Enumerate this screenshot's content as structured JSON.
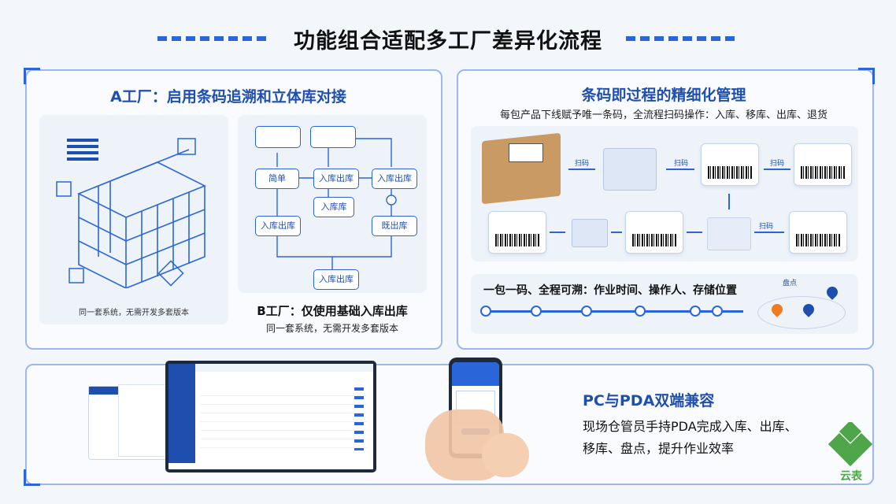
{
  "title": "功能组合适配多工厂差异化流程",
  "factory_a": {
    "heading": "A工厂：启用条码追溯和立体库对接",
    "caption": "同一套系统，无需开发多套版本"
  },
  "factory_b": {
    "heading": "B工厂：仅使用基础入库出库",
    "caption": "同一套系统，无需开发多套版本"
  },
  "flow": {
    "n1": "简单",
    "n2": "入库出库",
    "n3": "入库出库",
    "n4": "入库库",
    "n5": "入库出库",
    "n6": "既出库",
    "n7": "入库出库"
  },
  "barcode": {
    "heading": "条码即过程的精细化管理",
    "desc": "每包产品下线赋予唯一条码，全流程扫码操作：入库、移库、出库、退货",
    "scan": "扫码",
    "trace": "一包一码、全程可溯：作业时间、操作人、存储位置",
    "checkpoint": "盘点"
  },
  "pc_pda": {
    "heading": "PC与PDA双端兼容",
    "line1": "现场仓管员手持PDA完成入库、出库、",
    "line2": "移库、盘点，提升作业效率"
  },
  "logo": {
    "text": "云表"
  },
  "colors": {
    "accent": "#2a66d9",
    "heading": "#1f4fae",
    "panel_border": "#9bb8ea",
    "logo_green": "#4fa64a",
    "pin_orange": "#f07b21"
  }
}
